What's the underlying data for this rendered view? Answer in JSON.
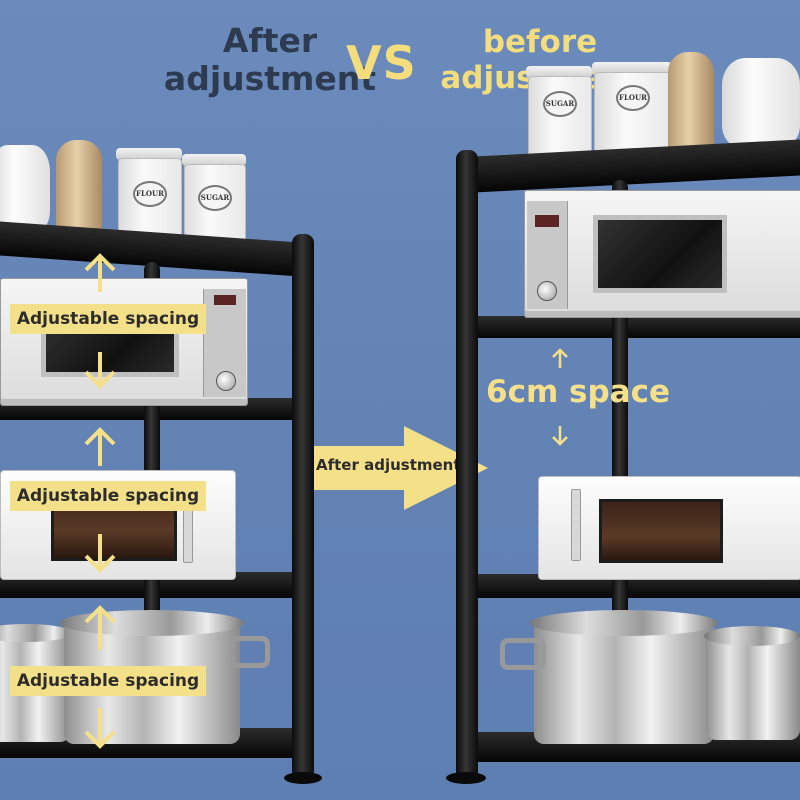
{
  "header": {
    "after_line1": "After",
    "after_line2": "adjustment",
    "vs": "VS",
    "before_line1": "before",
    "before_line2": "adjustment"
  },
  "labels": {
    "adjustable_spacing": [
      "Adjustable spacing",
      "Adjustable spacing",
      "Adjustable spacing"
    ],
    "after_adjustment_arrow": "After adjustment",
    "space": "6cm space"
  },
  "products": {
    "canister_left_1": "FLOUR",
    "canister_left_2": "SUGAR",
    "canister_right_1": "SUGAR",
    "canister_right_2": "FLOUR"
  },
  "colors": {
    "background": "#6686b8",
    "accent_yellow": "#f5e08a",
    "title_dark": "#2d3a4f",
    "shelf_black": "#111111"
  },
  "icons": [
    "arrow-up-icon",
    "arrow-down-icon",
    "arrow-right-icon"
  ]
}
